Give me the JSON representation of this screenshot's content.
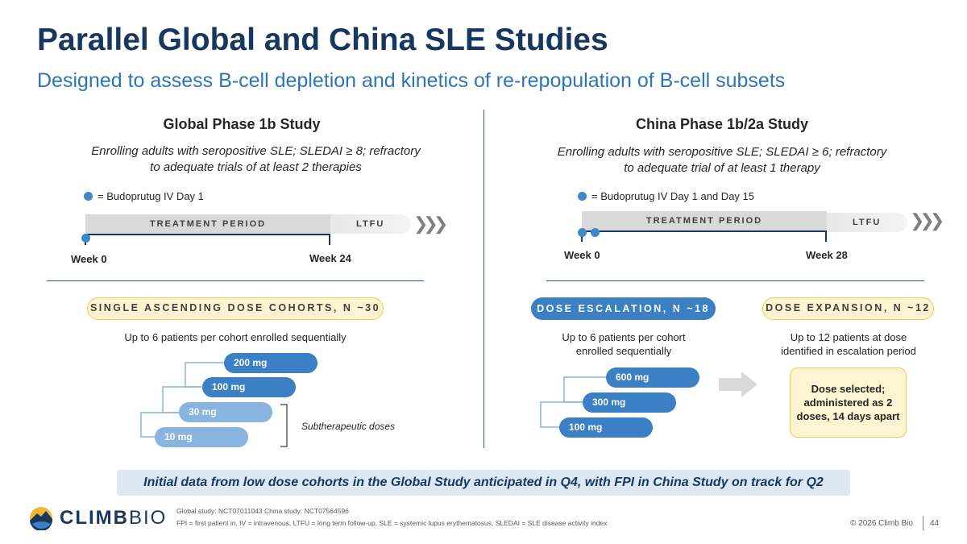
{
  "header": {
    "title": "Parallel Global and China SLE Studies",
    "subtitle": "Designed to assess B-cell depletion and kinetics of re-repopulation of B-cell subsets"
  },
  "global": {
    "heading": "Global Phase 1b Study",
    "enroll_line1": "Enrolling adults with seropositive SLE; SLEDAI ≥ 8; refractory",
    "enroll_line2": "to adequate trials of at least 2 therapies",
    "legend": "= Budoprutug IV Day 1",
    "treatment_label": "TREATMENT PERIOD",
    "ltfu_label": "LTFU",
    "week_start": "Week 0",
    "week_end": "Week 24",
    "cohort_pill": "SINGLE ASCENDING DOSE COHORTS, N ~30",
    "cohort_note": "Up to 6 patients per cohort enrolled sequentially",
    "doses": [
      "200 mg",
      "100 mg",
      "30 mg",
      "10 mg"
    ],
    "subtherapeutic_label": "Subtherapeutic doses"
  },
  "china": {
    "heading": "China Phase 1b/2a Study",
    "enroll_line1": "Enrolling adults with seropositive SLE; SLEDAI ≥ 6; refractory",
    "enroll_line2": "to adequate trial of at least 1 therapy",
    "legend": "= Budoprutug IV Day 1 and Day 15",
    "treatment_label": "TREATMENT PERIOD",
    "ltfu_label": "LTFU",
    "week_start": "Week 0",
    "week_end": "Week 28",
    "escalation_pill": "DOSE ESCALATION, N ~18",
    "escalation_note_line1": "Up to 6 patients per cohort",
    "escalation_note_line2": "enrolled sequentially",
    "doses": [
      "600 mg",
      "300 mg",
      "100 mg"
    ],
    "expansion_pill": "DOSE EXPANSION, N ~12",
    "expansion_note_line1": "Up to 12 patients at dose",
    "expansion_note_line2": "identified in escalation period",
    "selected_line1": "Dose selected;",
    "selected_line2": "administered as 2",
    "selected_line3": "doses, 14 days apart"
  },
  "banner": "Initial data from low dose cohorts in the Global Study anticipated in Q4, with FPI in China Study on track for Q2",
  "footer": {
    "logo_text_bold": "CLIMB",
    "logo_text_light": "BIO",
    "study_ids": "Global study: NCT07011043  China study: NCT07564596",
    "abbreviations": "FPI = first patient in, IV = intravenous, LTFU = long term follow-up, SLE = systemic lupus erythematosus, SLEDAI = SLE disease activity index",
    "copyright": "© 2026 Climb Bio",
    "page_number": "44"
  },
  "colors": {
    "navy": "#17375e",
    "accent_blue": "#3b7fc4",
    "light_blue": "#8ab4e0",
    "yellow_fill": "#fff4d1",
    "yellow_border": "#f2c94c",
    "banner_fill": "#dce9f5"
  }
}
